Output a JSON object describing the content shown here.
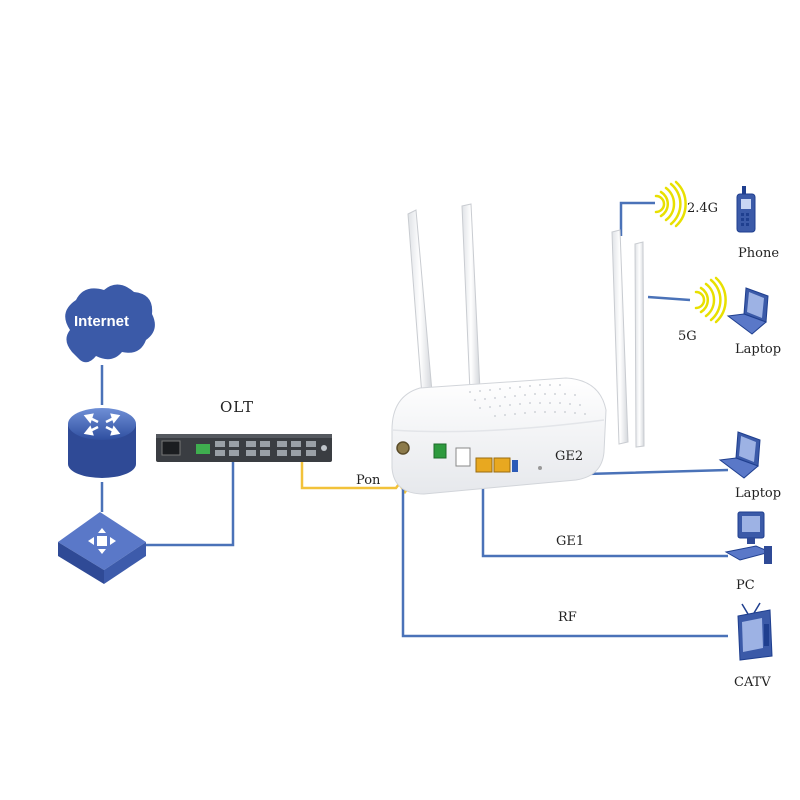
{
  "internet": "Internet",
  "olt": "OLT",
  "links": {
    "pon": "Pon",
    "ge1": "GE1",
    "ge2": "GE2",
    "rf": "RF"
  },
  "wifi": {
    "band_24": "2.4G",
    "band_5": "5G"
  },
  "devices": {
    "phone": "Phone",
    "laptop_wifi": "Laptop",
    "laptop_wired": "Laptop",
    "pc": "PC",
    "catv": "CATV"
  },
  "colors": {
    "line_blue": "#4a72b8",
    "pon_yellow": "#f2c23a",
    "signal_yellow": "#e8e000",
    "device_blue": "#3b5aa8"
  }
}
